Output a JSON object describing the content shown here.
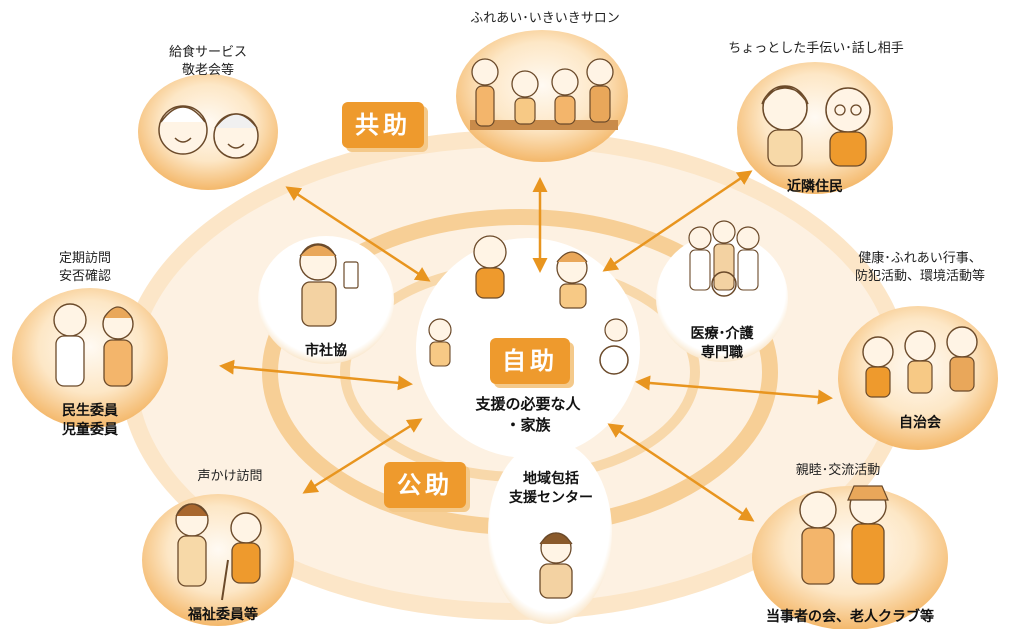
{
  "categories": {
    "kyojo": "共助",
    "jijo": "自助",
    "kojo": "公助"
  },
  "center": {
    "label": "支援の必要な人\n・家族"
  },
  "nodes": [
    {
      "id": "kyushoku",
      "caption": "給食サービス\n敬老会等",
      "label": ""
    },
    {
      "id": "salon",
      "caption": "ふれあい･いきいきサロン",
      "label": ""
    },
    {
      "id": "kinrin",
      "caption": "ちょっとした手伝い･話し相手",
      "label": "近隣住民"
    },
    {
      "id": "minsei",
      "caption": "定期訪問\n安否確認",
      "label": "民生委員\n児童委員"
    },
    {
      "id": "shakyo",
      "caption": "",
      "label": "市社協"
    },
    {
      "id": "iryo",
      "caption": "",
      "label": "医療･介護\n専門職"
    },
    {
      "id": "jichikai",
      "caption": "健康･ふれあい行事、\n防犯活動、環境活動等",
      "label": "自治会"
    },
    {
      "id": "fukushi",
      "caption": "声かけ訪問",
      "label": "福祉委員等"
    },
    {
      "id": "houkatsu",
      "caption": "",
      "label": "地域包括\n支援センター"
    },
    {
      "id": "toujisha",
      "caption": "親睦･交流活動",
      "label": "当事者の会、老人クラブ等"
    }
  ],
  "colors": {
    "ring_outer": "#fbe3c2",
    "ring_middle": "#f6c98a",
    "ring_inner": "#fdf1e1",
    "accent": "#ee9a2d",
    "arrow": "#e8951f",
    "figure": "#f3b56b"
  }
}
